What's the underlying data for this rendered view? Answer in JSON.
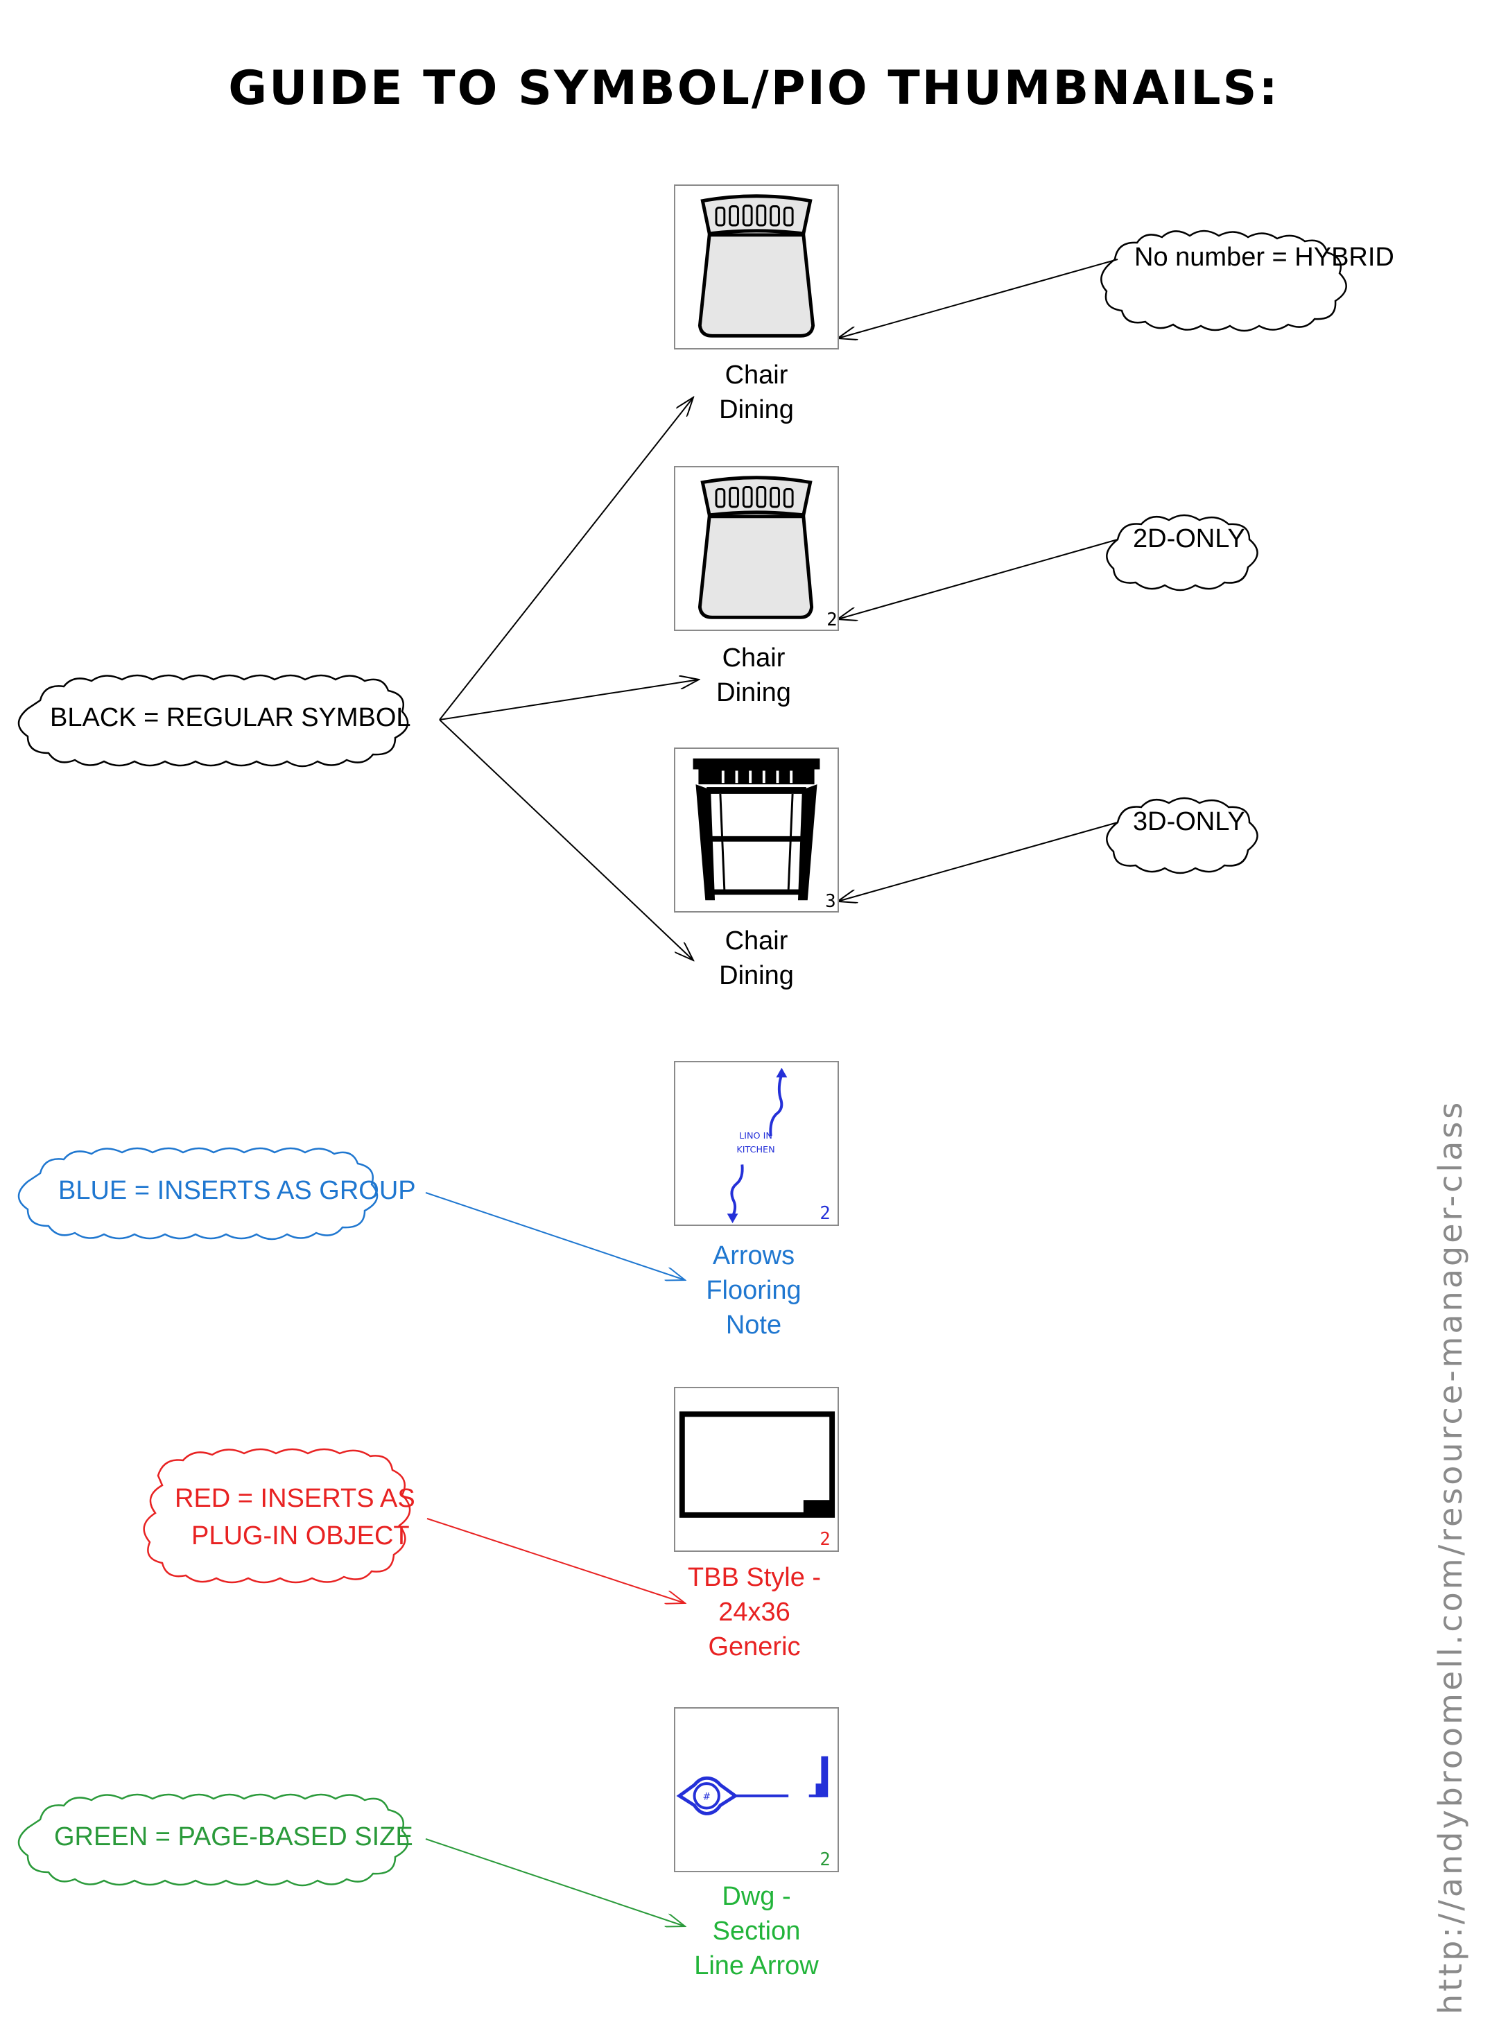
{
  "title": "GUIDE TO SYMBOL/PIO THUMBNAILS:",
  "colors": {
    "black": "#000000",
    "blue": "#1f77d0",
    "red": "#e82222",
    "green": "#2a9a3a",
    "thumb_blue": "#2430d8",
    "thumb_fill": "#e6e6e6",
    "watermark": "#8a8a8a"
  },
  "thumbnails": [
    {
      "icon": "chair-hybrid-icon",
      "caption_line1": "Chair",
      "caption_line2": "Dining",
      "caption_line3": "",
      "badge": "",
      "color": "black"
    },
    {
      "icon": "chair-2d-icon",
      "caption_line1": "Chair",
      "caption_line2": "Dining",
      "caption_line3": "",
      "badge": "2",
      "color": "black"
    },
    {
      "icon": "chair-3d-icon",
      "caption_line1": "Chair",
      "caption_line2": "Dining",
      "caption_line3": "",
      "badge": "3",
      "color": "black"
    },
    {
      "icon": "flooring-note-arrows-icon",
      "thumb_text_line1": "LINO IN",
      "thumb_text_line2": "KITCHEN",
      "caption_line1": "Arrows",
      "caption_line2": "Flooring",
      "caption_line3": "Note",
      "badge": "2",
      "color": "blue"
    },
    {
      "icon": "title-block-border-icon",
      "caption_line1": "TBB Style -",
      "caption_line2": "24x36",
      "caption_line3": "Generic",
      "badge": "2",
      "color": "red"
    },
    {
      "icon": "section-line-arrow-icon",
      "caption_line1": "Dwg -",
      "caption_line2": "Section",
      "caption_line3": "Line Arrow",
      "badge": "2",
      "color": "green"
    }
  ],
  "callouts": {
    "hybrid": "No number = HYBRID",
    "two_d": "2D-ONLY",
    "three_d": "3D-ONLY",
    "regular": "BLACK = REGULAR SYMBOL",
    "group": "BLUE = INSERTS AS GROUP",
    "pio_line1": "RED = INSERTS AS",
    "pio_line2": "PLUG-IN OBJECT",
    "page_based": "GREEN = PAGE-BASED SIZE"
  },
  "watermark": "http://andybroomell.com/resource-manager-class"
}
